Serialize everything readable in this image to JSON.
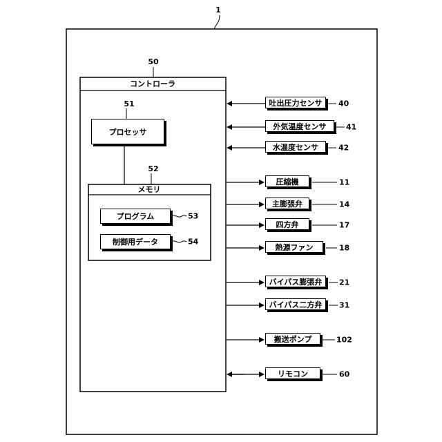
{
  "figure_ref": "1",
  "controller": {
    "ref": "50",
    "label": "コントローラ",
    "processor": {
      "ref": "51",
      "label": "プロセッサ"
    },
    "memory": {
      "ref": "52",
      "label": "メモリ",
      "program": {
        "ref": "53",
        "label": "プログラム"
      },
      "control_data": {
        "ref": "54",
        "label": "制御用データ"
      }
    }
  },
  "inputs": [
    {
      "label": "吐出圧力センサ",
      "ref": "40"
    },
    {
      "label": "外気温度センサ",
      "ref": "41"
    },
    {
      "label": "水温度センサ",
      "ref": "42"
    }
  ],
  "outputs": [
    {
      "label": "圧縮機",
      "ref": "11"
    },
    {
      "label": "主膨張弁",
      "ref": "14"
    },
    {
      "label": "四方弁",
      "ref": "17"
    },
    {
      "label": "熱源ファン",
      "ref": "18"
    },
    {
      "label": "バイパス膨張弁",
      "ref": "21"
    },
    {
      "label": "バイパス二方弁",
      "ref": "31"
    },
    {
      "label": "搬送ポンプ",
      "ref": "102"
    }
  ],
  "bidirectional": [
    {
      "label": "リモコン",
      "ref": "60"
    }
  ]
}
